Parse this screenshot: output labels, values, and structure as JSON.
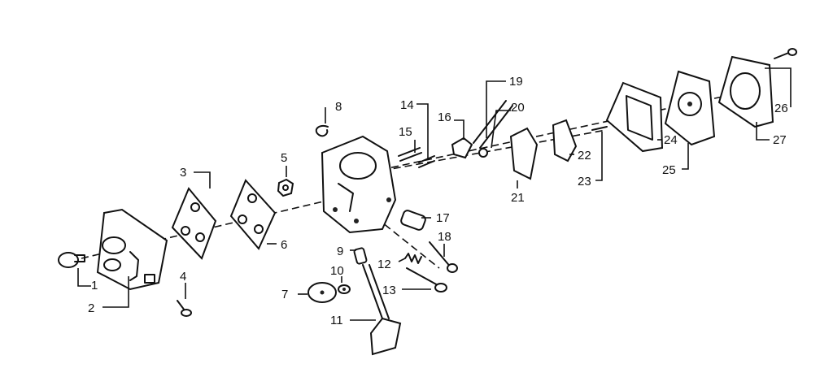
{
  "callouts": {
    "n1": "1",
    "n2": "2",
    "n3": "3",
    "n4": "4",
    "n5": "5",
    "n6": "6",
    "n7": "7",
    "n8": "8",
    "n9": "9",
    "n10": "10",
    "n11": "11",
    "n12": "12",
    "n13": "13",
    "n14": "14",
    "n15": "15",
    "n16": "16",
    "n17": "17",
    "n18": "18",
    "n19": "19",
    "n20": "20",
    "n21": "21",
    "n22": "22",
    "n23": "23",
    "n24": "24",
    "n25": "25",
    "n26": "26",
    "n27": "27"
  }
}
